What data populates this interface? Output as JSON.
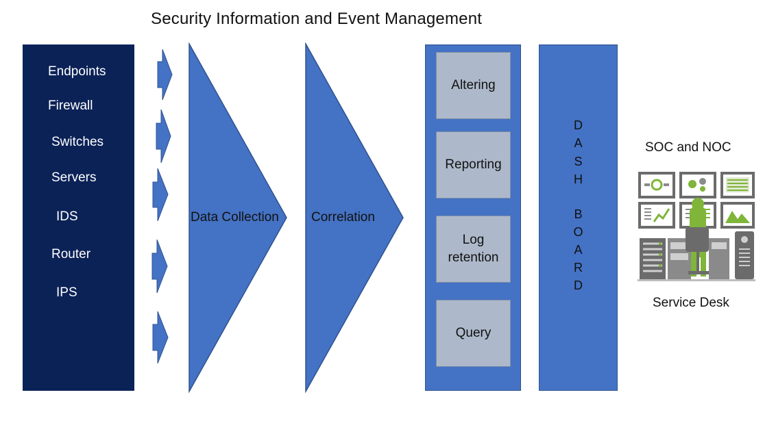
{
  "title": "Security Information and Event Management",
  "sources": {
    "items": [
      "Endpoints",
      "Firewall",
      "Switches",
      "Servers",
      "IDS",
      "Router",
      "IPS"
    ]
  },
  "stages": {
    "collection": "Data Collection",
    "correlation": "Correlation"
  },
  "functions": {
    "items": [
      "Altering",
      "Reporting",
      "Log\nretention",
      "Query"
    ]
  },
  "dashboard": {
    "letters": [
      "D",
      "A",
      "S",
      "H",
      "B",
      "O",
      "A",
      "R",
      "D"
    ]
  },
  "operations": {
    "top_label": "SOC and NOC",
    "bottom_label": "Service Desk"
  },
  "colors": {
    "source_panel": "#0b2257",
    "accent_blue": "#4472c4",
    "function_box": "#adb9ca"
  },
  "icons": [
    "arrow-right-icon",
    "service-desk-icon"
  ]
}
